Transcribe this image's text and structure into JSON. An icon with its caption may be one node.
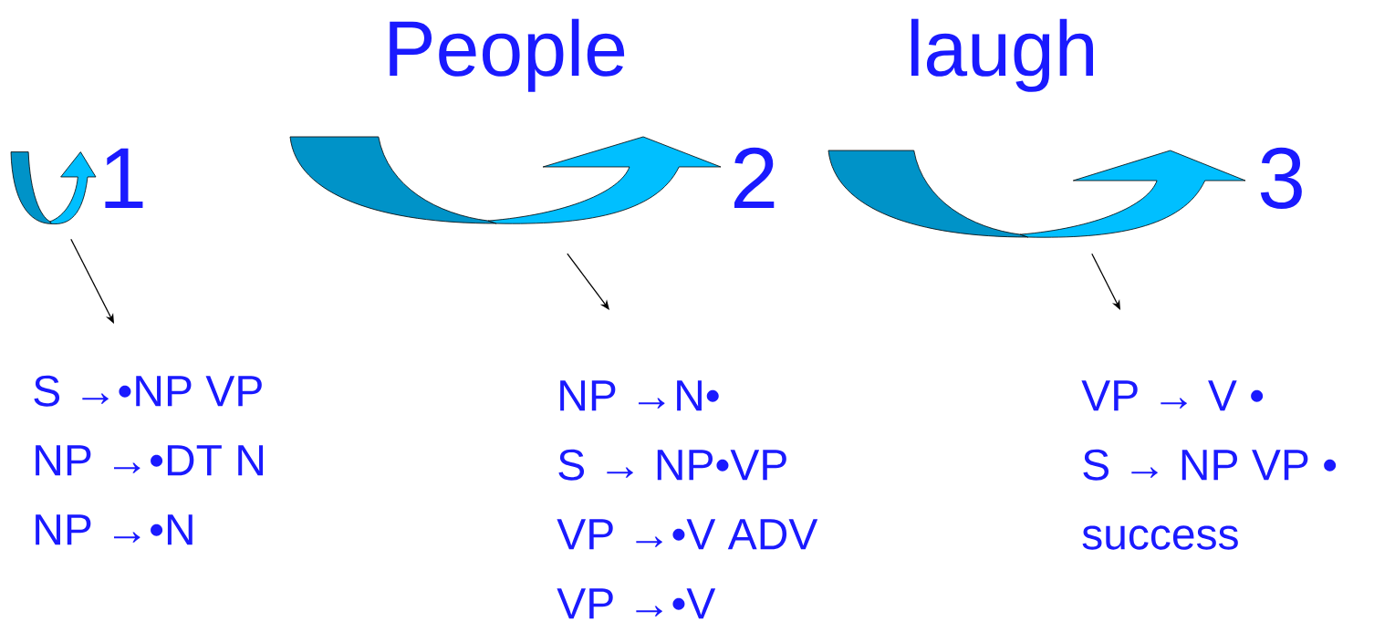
{
  "diagram": {
    "nodes": [
      {
        "text": [],
        "shape": "arrow"
      },
      {
        "text": [],
        "shape": "arrow"
      },
      {
        "text": [],
        "shape": "arrow"
      },
      {
        "text": [
          "S →•NP VP",
          "NP →•DT N",
          "NP →•N"
        ]
      },
      {
        "text": [
          "NP →N•",
          "S → NP•VP",
          "VP →•V ADV",
          "VP →•V"
        ]
      },
      {
        "text": [
          "VP → V •",
          "S → NP VP •",
          "success"
        ]
      }
    ],
    "edges": [
      {
        "from": 0,
        "to": 3,
        "arrow": "to"
      },
      {
        "from": 1,
        "to": 4,
        "arrow": "to"
      },
      {
        "from": 2,
        "to": 5,
        "arrow": "to"
      }
    ],
    "labels": [
      "People",
      "laugh",
      "1",
      "2",
      "3"
    ]
  }
}
